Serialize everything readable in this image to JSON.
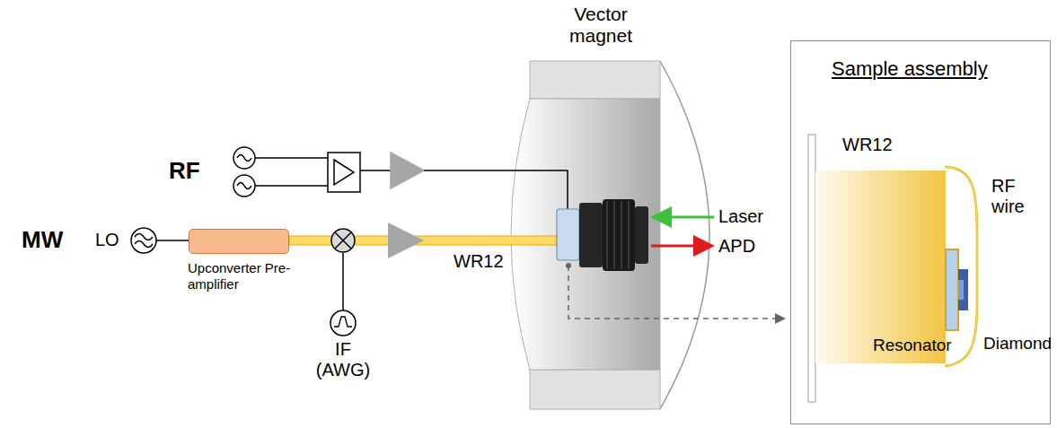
{
  "diagram": {
    "nodes": [
      {
        "text": [
          "Upconverter Pre-amplifier"
        ]
      },
      {
        "text": [
          "Sample assembly"
        ]
      }
    ],
    "labels": [
      "Vector magnet",
      "RF",
      "MW",
      "LO",
      "IF (AWG)",
      "WR12",
      "Laser",
      "APD",
      "WR12",
      "RF wire",
      "Resonator",
      "Diamond"
    ]
  }
}
